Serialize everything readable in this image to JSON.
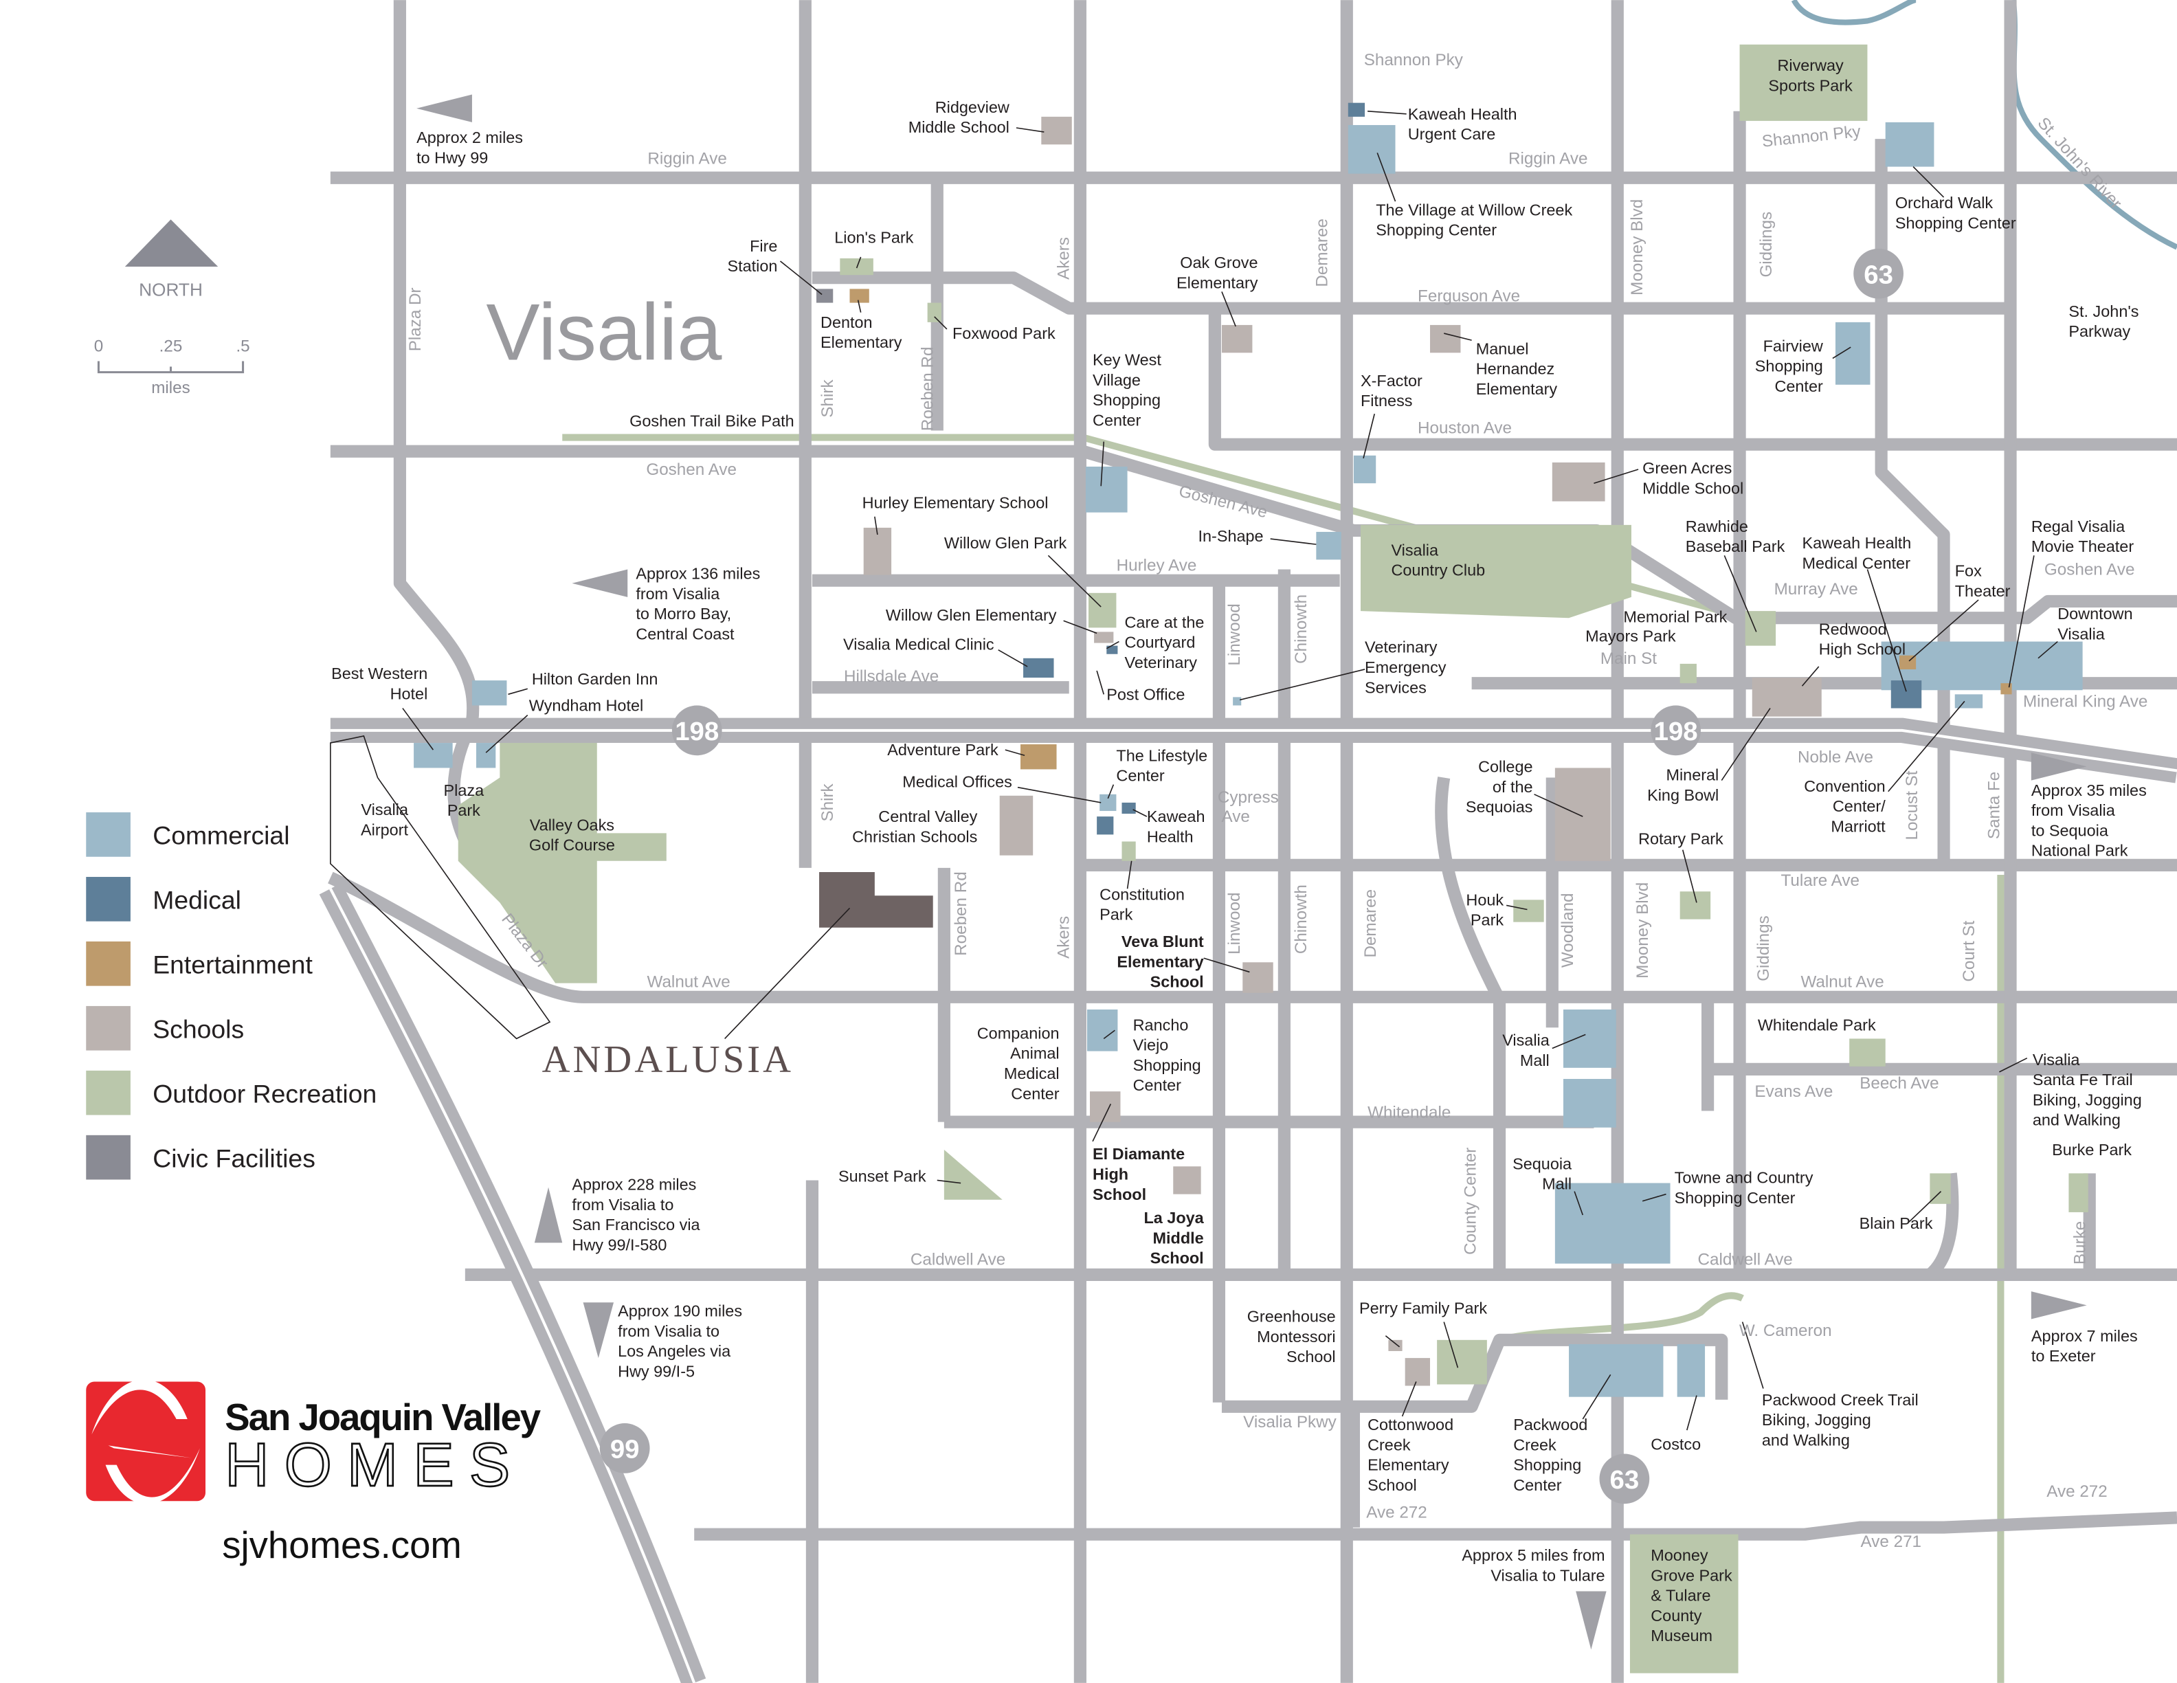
{
  "title": "Visalia",
  "development": "ANDALUSIA",
  "north_label": "NORTH",
  "scale": {
    "ticks": [
      "0",
      ".25",
      ".5"
    ],
    "unit": "miles"
  },
  "legend": [
    {
      "label": "Commercial",
      "color": "#9cb9c9"
    },
    {
      "label": "Medical",
      "color": "#5e7f99"
    },
    {
      "label": "Entertainment",
      "color": "#be9b6c"
    },
    {
      "label": "Schools",
      "color": "#bbb3b0"
    },
    {
      "label": "Outdoor Recreation",
      "color": "#bac7ab"
    },
    {
      "label": "Civic Facilities",
      "color": "#8a8b94"
    }
  ],
  "logo": {
    "line1": "San Joaquin Valley",
    "line2": "HOMES",
    "url": "sjvhomes.com",
    "color": "#e8282f"
  },
  "highways": [
    "198",
    "198",
    "63",
    "63",
    "99"
  ],
  "streets": [
    "Riggin Ave",
    "Riggin Ave",
    "Shannon Pky",
    "Shannon Pky",
    "Ferguson Ave",
    "Houston Ave",
    "Goshen Ave",
    "Goshen Ave",
    "Goshen Ave",
    "Hurley Ave",
    "Murray Ave",
    "Main St",
    "Hillsdale Ave",
    "Mineral King Ave",
    "Noble Ave",
    "Cypress",
    "Ave",
    "Tulare Ave",
    "Walnut Ave",
    "Walnut Ave",
    "Evans Ave",
    "Beech Ave",
    "Whitendale",
    "Caldwell Ave",
    "Caldwell Ave",
    "Visalia Pkwy",
    "W. Cameron",
    "Ave 272",
    "Ave 272",
    "Ave 271",
    "Plaza Dr",
    "Shirk",
    "Roeben Rd",
    "Akers",
    "Demaree",
    "Mooney Blvd",
    "Giddings",
    "Linwood",
    "Chinowth",
    "Shirk",
    "Roeben Rd",
    "Akers",
    "Linwood",
    "Chinowth",
    "Demaree",
    "Woodland",
    "Mooney Blvd",
    "Giddings",
    "Court St",
    "Locust St",
    "Santa Fe",
    "County Center",
    "Burke",
    "Plaza Dr",
    "St. John's River"
  ],
  "places": [
    {
      "lines": [
        "Approx 2 miles",
        "to Hwy 99"
      ]
    },
    {
      "lines": [
        "Ridgeview",
        "Middle School"
      ]
    },
    {
      "lines": [
        "Fire",
        "Station"
      ]
    },
    {
      "lines": [
        "Lion's Park"
      ]
    },
    {
      "lines": [
        "Denton",
        "Elementary"
      ]
    },
    {
      "lines": [
        "Foxwood Park"
      ]
    },
    {
      "lines": [
        "Oak Grove",
        "Elementary"
      ]
    },
    {
      "lines": [
        "Kaweah Health",
        "Urgent Care"
      ]
    },
    {
      "lines": [
        "The Village at Willow Creek",
        "Shopping Center"
      ]
    },
    {
      "lines": [
        "Riverway",
        "Sports Park"
      ]
    },
    {
      "lines": [
        "Orchard Walk",
        "Shopping Center"
      ]
    },
    {
      "lines": [
        "St. John's",
        "Parkway"
      ]
    },
    {
      "lines": [
        "Key West",
        "Village",
        "Shopping",
        "Center"
      ]
    },
    {
      "lines": [
        "Manuel",
        "Hernandez",
        "Elementary"
      ]
    },
    {
      "lines": [
        "X-Factor",
        "Fitness"
      ]
    },
    {
      "lines": [
        "Fairview",
        "Shopping",
        "Center"
      ]
    },
    {
      "lines": [
        "Goshen Trail Bike Path"
      ]
    },
    {
      "lines": [
        "Green Acres",
        "Middle School"
      ]
    },
    {
      "lines": [
        "Hurley Elementary School"
      ]
    },
    {
      "lines": [
        "Willow Glen Park"
      ]
    },
    {
      "lines": [
        "In-Shape"
      ]
    },
    {
      "lines": [
        "Visalia",
        "Country Club"
      ]
    },
    {
      "lines": [
        "Rawhide",
        "Baseball Park"
      ]
    },
    {
      "lines": [
        "Kaweah Health",
        "Medical Center"
      ]
    },
    {
      "lines": [
        "Regal Visalia",
        "Movie Theater"
      ]
    },
    {
      "lines": [
        "Fox",
        "Theater"
      ]
    },
    {
      "lines": [
        "Approx 136 miles",
        "from Visalia",
        "to Morro Bay,",
        "Central Coast"
      ]
    },
    {
      "lines": [
        "Willow Glen Elementary"
      ]
    },
    {
      "lines": [
        "Care at the",
        "Courtyard",
        "Veterinary"
      ]
    },
    {
      "lines": [
        "Memorial Park"
      ]
    },
    {
      "lines": [
        "Mayors Park"
      ]
    },
    {
      "lines": [
        "Redwood",
        "High School"
      ]
    },
    {
      "lines": [
        "Downtown",
        "Visalia"
      ]
    },
    {
      "lines": [
        "Visalia Medical Clinic"
      ]
    },
    {
      "lines": [
        "Veterinary",
        "Emergency",
        "Services"
      ]
    },
    {
      "lines": [
        "Best Western",
        "Hotel"
      ]
    },
    {
      "lines": [
        "Hilton Garden Inn"
      ]
    },
    {
      "lines": [
        "Wyndham Hotel"
      ]
    },
    {
      "lines": [
        "Post Office"
      ]
    },
    {
      "lines": [
        "Adventure Park"
      ]
    },
    {
      "lines": [
        "The Lifestyle",
        "Center"
      ]
    },
    {
      "lines": [
        "College",
        "of the",
        "Sequoias"
      ]
    },
    {
      "lines": [
        "Mineral",
        "King Bowl"
      ]
    },
    {
      "lines": [
        "Convention",
        "Center/",
        "Marriott"
      ]
    },
    {
      "lines": [
        "Approx 35 miles",
        "from Visalia",
        "to Sequoia",
        "National Park"
      ]
    },
    {
      "lines": [
        "Medical Offices"
      ]
    },
    {
      "lines": [
        "Visalia",
        "Airport"
      ]
    },
    {
      "lines": [
        "Plaza",
        "Park"
      ]
    },
    {
      "lines": [
        "Valley Oaks",
        "Golf Course"
      ]
    },
    {
      "lines": [
        "Central Valley",
        "Christian Schools"
      ]
    },
    {
      "lines": [
        "Kaweah",
        "Health"
      ]
    },
    {
      "lines": [
        "Rotary Park"
      ]
    },
    {
      "lines": [
        "Constitution",
        "Park"
      ]
    },
    {
      "lines": [
        "Houk",
        "Park"
      ]
    },
    {
      "lines": [
        "Veva Blunt",
        "Elementary",
        "School"
      ]
    },
    {
      "lines": [
        "Companion",
        "Animal",
        "Medical",
        "Center"
      ]
    },
    {
      "lines": [
        "Rancho",
        "Viejo",
        "Shopping",
        "Center"
      ]
    },
    {
      "lines": [
        "Visalia",
        "Mall"
      ]
    },
    {
      "lines": [
        "Whitendale Park"
      ]
    },
    {
      "lines": [
        "Visalia",
        "Santa Fe Trail",
        "Biking, Jogging",
        "and Walking"
      ]
    },
    {
      "lines": [
        "Burke Park"
      ]
    },
    {
      "lines": [
        "El Diamante",
        "High",
        "School"
      ]
    },
    {
      "lines": [
        "Sunset Park"
      ]
    },
    {
      "lines": [
        "Approx 228 miles",
        "from Visalia to",
        "San Francisco via",
        "Hwy 99/I-580"
      ]
    },
    {
      "lines": [
        "Sequoia",
        "Mall"
      ]
    },
    {
      "lines": [
        "Towne and Country",
        "Shopping Center"
      ]
    },
    {
      "lines": [
        "La Joya",
        "Middle",
        "School"
      ]
    },
    {
      "lines": [
        "Blain Park"
      ]
    },
    {
      "lines": [
        "Approx 190 miles",
        "from Visalia to",
        "Los Angeles via",
        "Hwy 99/I-5"
      ]
    },
    {
      "lines": [
        "Greenhouse",
        "Montessori",
        "School"
      ]
    },
    {
      "lines": [
        "Perry Family Park"
      ]
    },
    {
      "lines": [
        "Approx 7 miles",
        "to Exeter"
      ]
    },
    {
      "lines": [
        "Packwood Creek Trail",
        "Biking, Jogging",
        "and Walking"
      ]
    },
    {
      "lines": [
        "Cottonwood",
        "Creek",
        "Elementary",
        "School"
      ]
    },
    {
      "lines": [
        "Packwood",
        "Creek",
        "Shopping",
        "Center"
      ]
    },
    {
      "lines": [
        "Costco"
      ]
    },
    {
      "lines": [
        "Approx 5 miles from",
        "Visalia to Tulare"
      ]
    },
    {
      "lines": [
        "Mooney",
        "Grove Park",
        "& Tulare",
        "County",
        "Museum"
      ]
    }
  ],
  "colors": {
    "road": "#b2b2b7",
    "street_label": "#a2a2a7",
    "river": "#86a8b8",
    "andalusia": "#6e6363"
  }
}
